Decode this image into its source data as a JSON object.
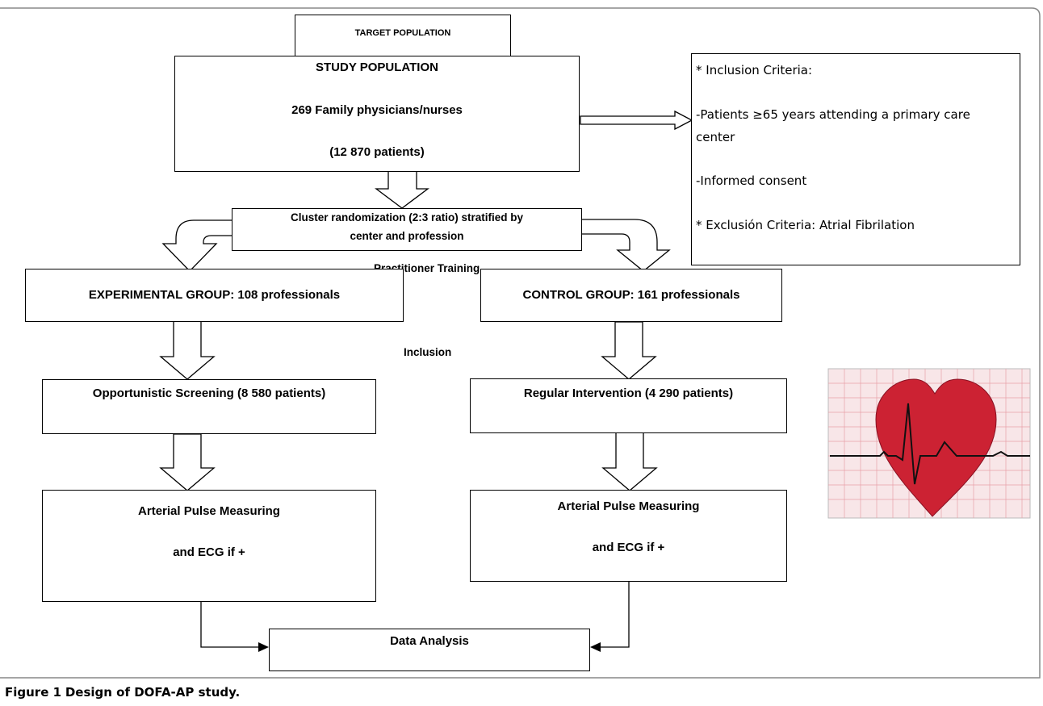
{
  "diagram": {
    "target_population": "TARGET POPULATION",
    "study_population": {
      "title": "STUDY POPULATION",
      "line1": "269 Family physicians/nurses",
      "line2": "(12 870 patients)"
    },
    "criteria": {
      "inclusion_header": "* Inclusion Criteria:",
      "inclusion_item1_a": "-Patients ≥65 years attending a primary care",
      "inclusion_item1_b": "center",
      "inclusion_item2": "-Informed consent",
      "exclusion": "* Exclusión Criteria: Atrial Fibrilation"
    },
    "randomization": {
      "line1": "Cluster randomization (2:3 ratio) stratified by",
      "line2": "center and profession"
    },
    "practitioner_training": "Practitioner Training",
    "inclusion_label": "Inclusion",
    "experimental_group": "EXPERIMENTAL GROUP: 108 professionals",
    "control_group": "CONTROL GROUP: 161 professionals",
    "opportunistic_screening": "Opportunistic Screening (8 580 patients)",
    "regular_intervention": "Regular Intervention (4 290 patients)",
    "left_measure": {
      "line1": "Arterial Pulse Measuring",
      "line2": "and ECG if +"
    },
    "right_measure": {
      "line1": "Arterial Pulse Measuring",
      "line2": "and ECG if +"
    },
    "data_analysis": "Data Analysis"
  },
  "caption": {
    "label": "Figure 1",
    "text": "Design of DOFA-AP study."
  },
  "colors": {
    "heart": "#cc2233",
    "ecg_grid": "#e8a0a8"
  }
}
